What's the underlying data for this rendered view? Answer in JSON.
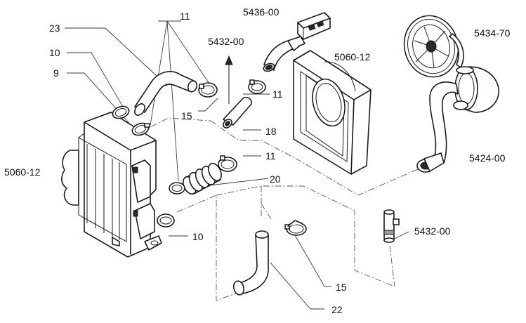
{
  "labels": {
    "n23": "23",
    "n11_top": "11",
    "n10_top": "10",
    "n9": "9",
    "n5060_left": "5060-12",
    "n5436": "5436-00",
    "n5432_top": "5432-00",
    "n5060_center": "5060-12",
    "n5434": "5434-70",
    "n11_mid": "11",
    "n15_mid": "15",
    "n18": "18",
    "n11_low": "11",
    "n20": "20",
    "n5424": "5424-00",
    "n5432_right": "5432-00",
    "n10_bottom": "10",
    "n15_bottom": "15",
    "n22": "22"
  },
  "colors": {
    "line": "#1a1a1a",
    "shade": "#9a9a9a",
    "background": "#ffffff"
  }
}
